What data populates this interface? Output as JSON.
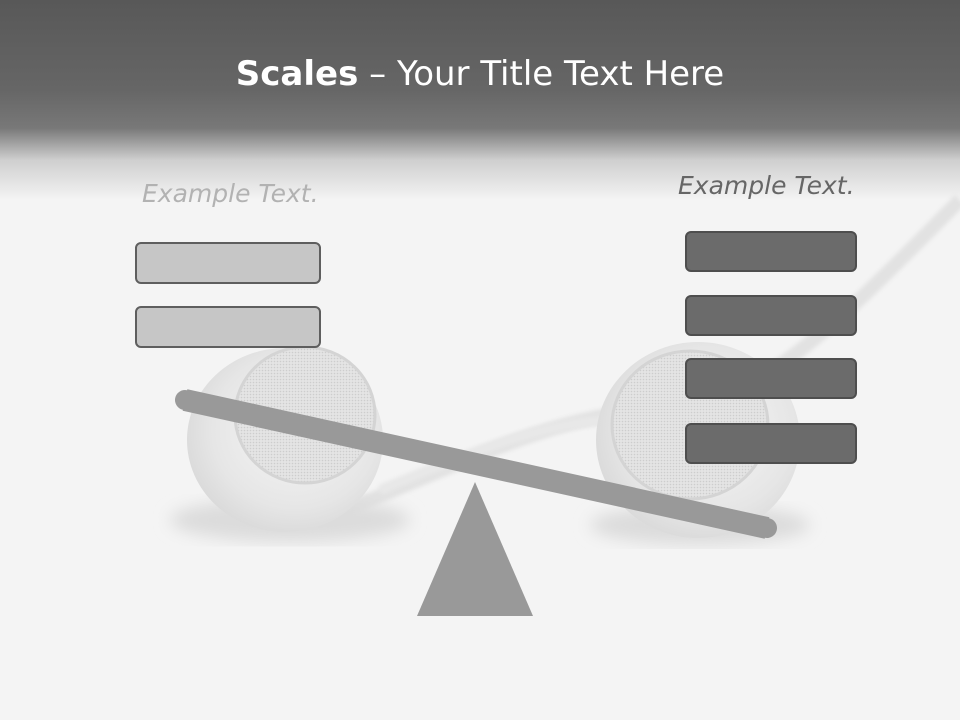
{
  "title": {
    "bold": "Scales",
    "rest": " – Your Title Text Here"
  },
  "left_label": "Example Text.",
  "right_label": "Example Text.",
  "left_boxes": [
    "",
    ""
  ],
  "right_boxes": [
    "",
    "",
    "",
    ""
  ],
  "colors": {
    "header": "#666666",
    "beam": "#999999",
    "fulcrum": "#999999",
    "left_box_fill": "#c6c6c6",
    "right_box_fill": "#6b6b6b",
    "left_label": "#b2b2b2",
    "right_label": "#666666"
  },
  "background_image": "earphones-photo"
}
